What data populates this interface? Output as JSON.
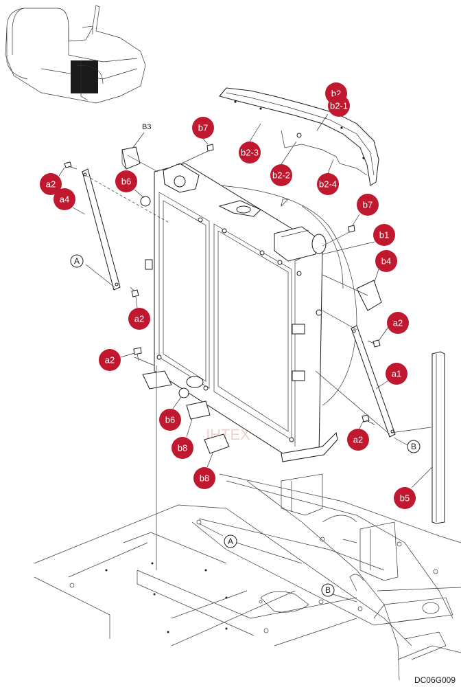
{
  "drawing_code": "DC06G009",
  "part_labels": {
    "b2": "b2",
    "b2_1": "b2-1",
    "b2_2": "b2-2",
    "b2_3": "b2-3",
    "b2_4": "b2-4",
    "b7_top": "b7",
    "b7_right": "b7",
    "b6_top": "b6",
    "b6_bottom": "b6",
    "b1": "b1",
    "b4": "b4",
    "b5": "b5",
    "b8_1": "b8",
    "b8_2": "b8",
    "a1": "a1",
    "a4": "a4",
    "a2_1": "a2",
    "a2_2": "a2",
    "a2_3": "a2",
    "a2_4": "a2",
    "a2_5": "a2"
  },
  "view_label": "B3",
  "ref_markers": {
    "a_upper": "A",
    "b_upper": "B",
    "a_lower": "A",
    "b_lower": "B"
  },
  "watermark": "IHTEX",
  "colors": {
    "badge": "#c0182e",
    "line": "#1a1a1a",
    "watermark": "#e9a2a2"
  }
}
